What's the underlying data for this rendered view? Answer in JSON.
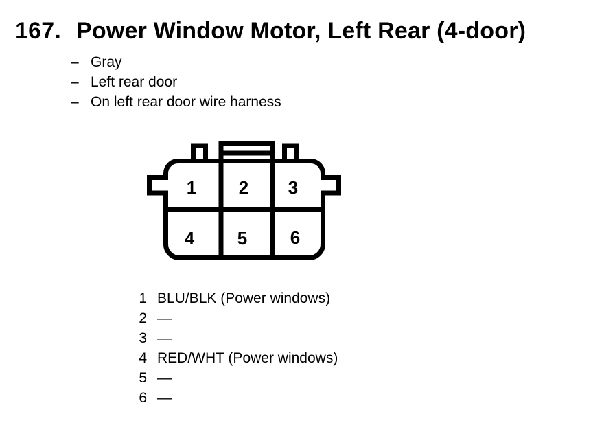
{
  "page": {
    "background_color": "#ffffff",
    "ink_color": "#000000"
  },
  "header": {
    "number": "167.",
    "title": "Power Window Motor, Left Rear (4-door)"
  },
  "details": {
    "items": [
      {
        "prefix": "–",
        "text": "Gray"
      },
      {
        "prefix": "–",
        "text": "Left rear door"
      },
      {
        "prefix": "–",
        "text": "On left rear door wire harness"
      }
    ]
  },
  "connector": {
    "cells": [
      "1",
      "2",
      "3",
      "4",
      "5",
      "6"
    ]
  },
  "pin_table": {
    "rows": [
      {
        "pin": "1",
        "label": "BLU/BLK (Power windows)"
      },
      {
        "pin": "2",
        "label": "—"
      },
      {
        "pin": "3",
        "label": "—"
      },
      {
        "pin": "4",
        "label": "RED/WHT (Power windows)"
      },
      {
        "pin": "5",
        "label": "—"
      },
      {
        "pin": "6",
        "label": "—"
      }
    ]
  }
}
